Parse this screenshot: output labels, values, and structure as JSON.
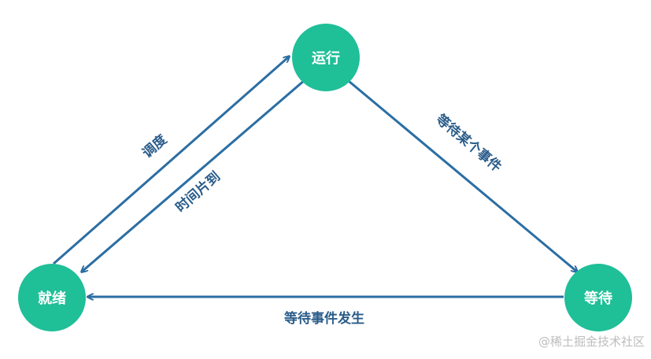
{
  "colors": {
    "node_fill": "#1fbf98",
    "edge_color": "#2b6ea3",
    "edge_label_color": "#2a5c8a"
  },
  "nodes": {
    "running": "运行",
    "ready": "就绪",
    "waiting": "等待"
  },
  "edges": {
    "schedule": "调度",
    "time_slice": "时间片到",
    "wait_event": "等待某个事件",
    "event_occurs": "等待事件发生"
  },
  "watermark": "@稀土掘金技术社区"
}
